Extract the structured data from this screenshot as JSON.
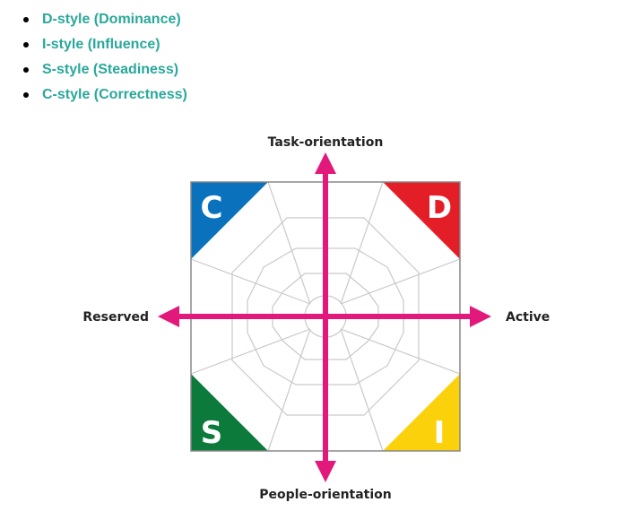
{
  "list": {
    "items": [
      {
        "label": "D-style (Dominance)"
      },
      {
        "label": "I-style (Influence)"
      },
      {
        "label": "S-style (Steadiness)"
      },
      {
        "label": "C-style (Correctness)"
      }
    ]
  },
  "diagram": {
    "axis_labels": {
      "top": "Task-orientation",
      "bottom": "People-orientation",
      "left": "Reserved",
      "right": "Active"
    },
    "quadrants": {
      "c": {
        "letter": "C",
        "color": "#0a72bd"
      },
      "d": {
        "letter": "D",
        "color": "#e41e26"
      },
      "s": {
        "letter": "S",
        "color": "#0b7a3b"
      },
      "i": {
        "letter": "I",
        "color": "#fbd10c"
      }
    },
    "colors": {
      "link": "#2aa89b",
      "arrow": "#e2197b",
      "frame": "#888888",
      "web_lines": "#c9c9c9"
    }
  }
}
